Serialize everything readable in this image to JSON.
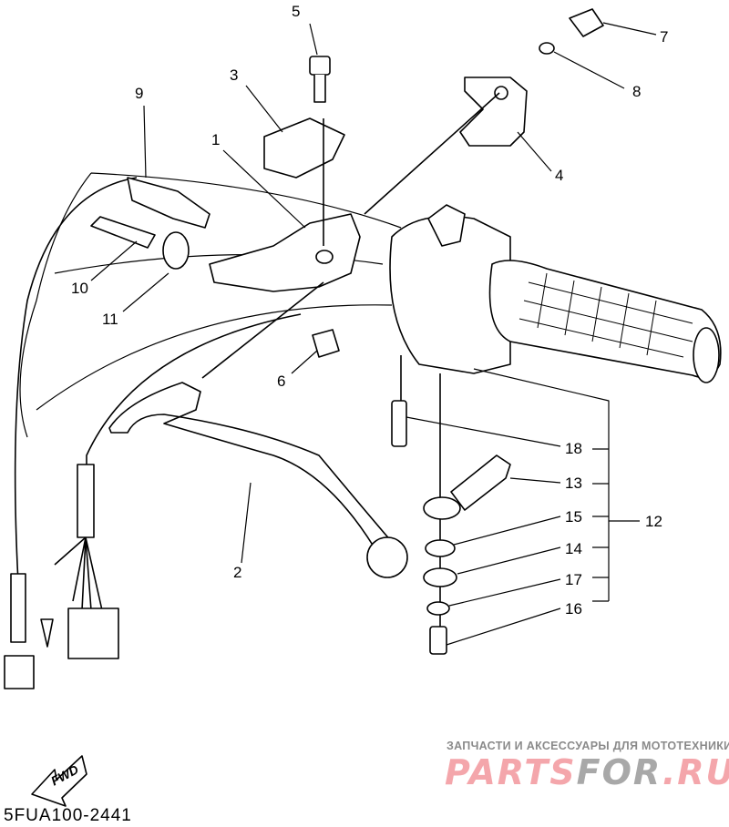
{
  "diagram": {
    "code": "5FUA100-2441",
    "fwd_label": "FWD",
    "callouts": [
      "1",
      "2",
      "3",
      "4",
      "5",
      "6",
      "7",
      "8",
      "9",
      "10",
      "11",
      "12",
      "13",
      "14",
      "15",
      "16",
      "17",
      "18"
    ]
  },
  "watermark": {
    "tagline": "ЗАПЧАСТИ И АКСЕССУАРЫ ДЛЯ МОТОТЕХНИКИ",
    "brand_a": "PARTS",
    "brand_b": "FOR",
    "brand_c": ".RU"
  }
}
